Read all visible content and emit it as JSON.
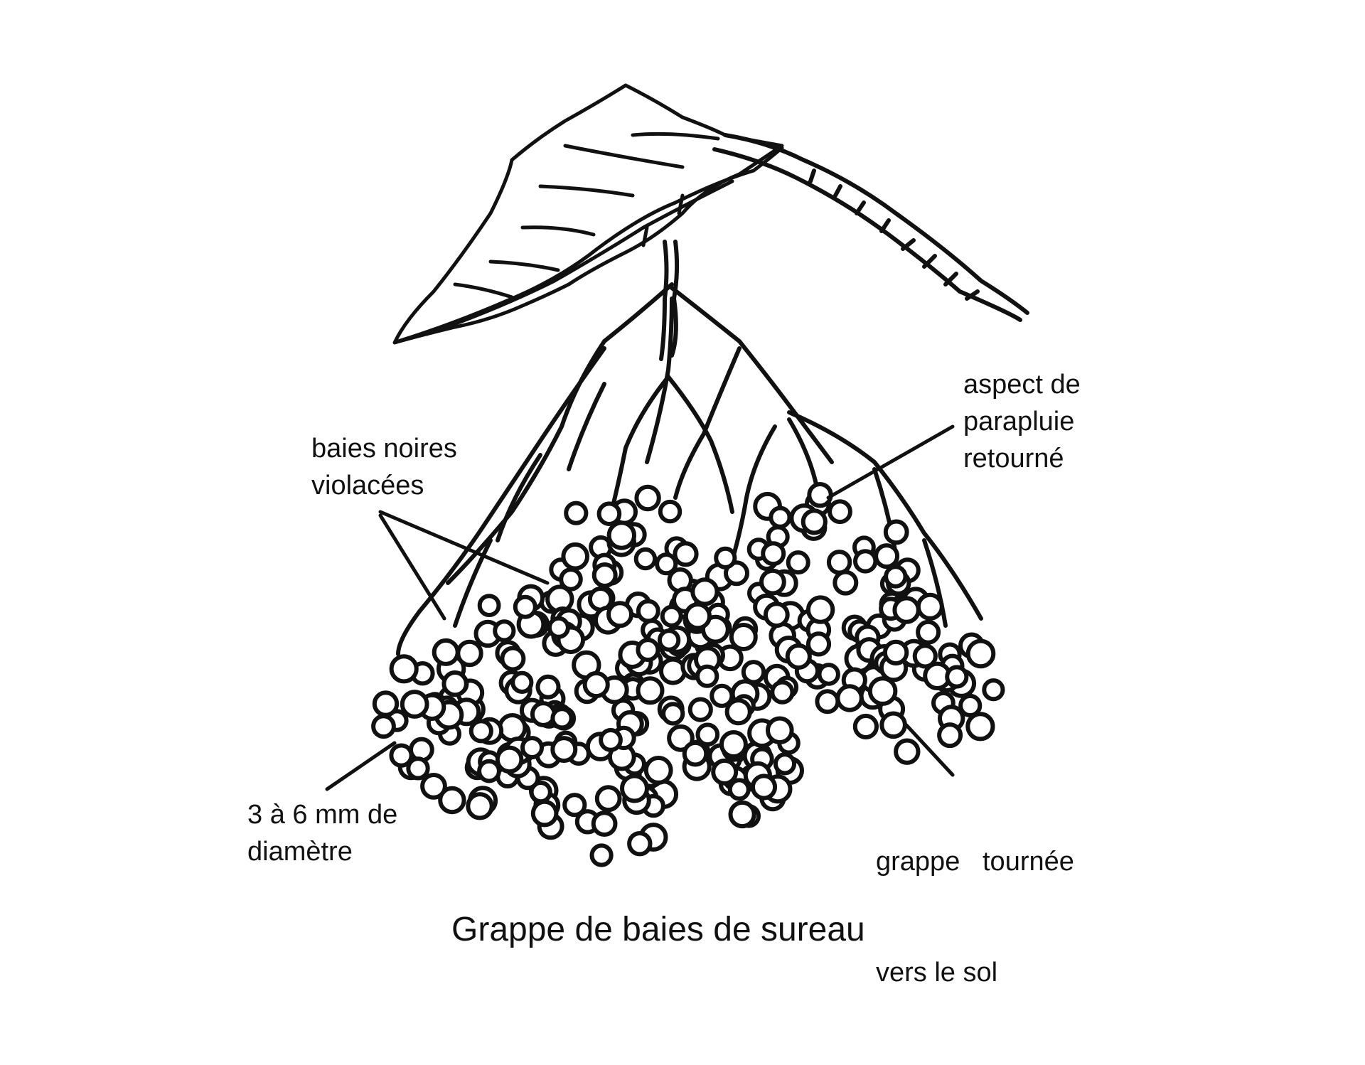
{
  "labels": {
    "umbrella": {
      "line1": "aspect de",
      "line2": "parapluie",
      "line3": "retourné"
    },
    "berries": {
      "line1": "baies noires",
      "line2": "violacées"
    },
    "diameter": {
      "line1": "3 à 6 mm de",
      "line2": "diamètre"
    },
    "cluster": {
      "line1": "grappe   tournée",
      "line2": "vers le sol"
    }
  },
  "caption": "Grappe de baies de sureau",
  "colors": {
    "ink": "#111111",
    "background": "#ffffff",
    "berry_fill": "#ffffff"
  },
  "icons": [
    "leaf-icon",
    "stem-icon",
    "berry-cluster-icon"
  ]
}
